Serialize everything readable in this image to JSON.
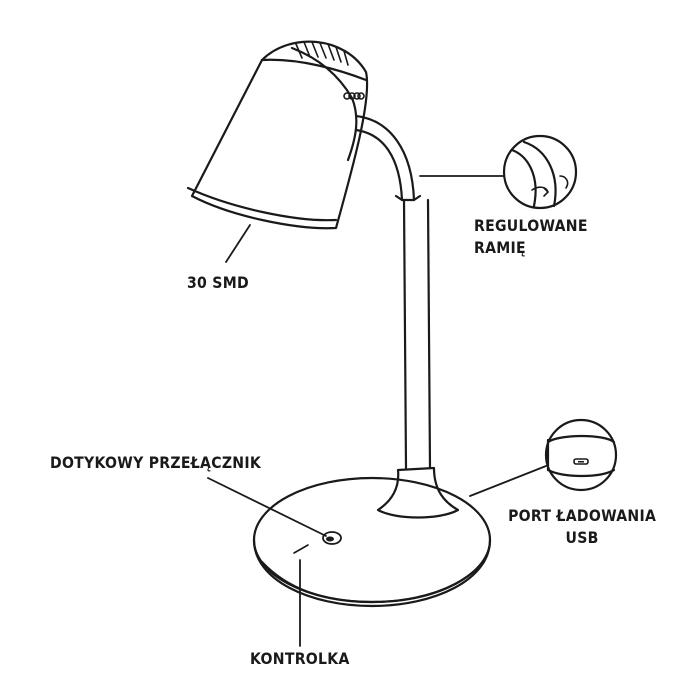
{
  "labels": {
    "smd": "30 SMD",
    "arm_line1": "REGULOWANE",
    "arm_line2": "RAMIĘ",
    "touch_switch": "DOTYKOWY PRZEŁĄCZNIK",
    "usb_line1": "PORT ŁADOWANIA",
    "usb_line2": "USB",
    "indicator": "KONTROLKA"
  },
  "colors": {
    "stroke": "#1a1a1a",
    "background": "#ffffff"
  }
}
